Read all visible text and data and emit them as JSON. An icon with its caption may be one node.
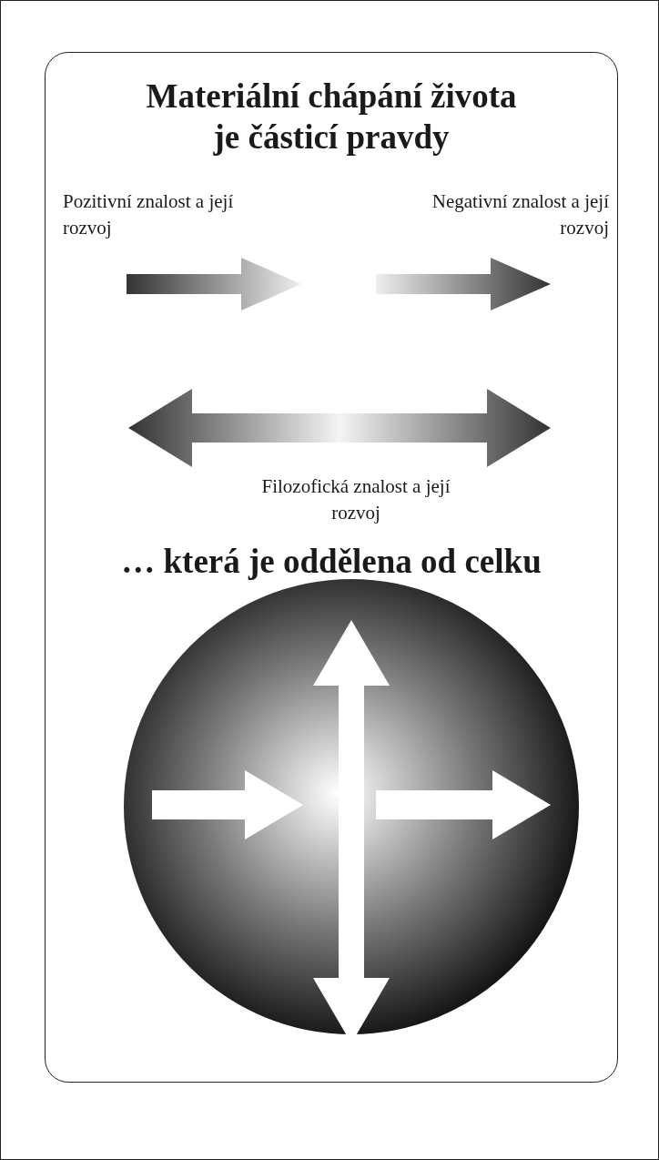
{
  "diagram": {
    "title": "Materiální chápání života je částicí pravdy",
    "labels": [
      "Pozitivní znalost a její rozvoj",
      "Negativní znalost a její rozvoj",
      "Filozofická znalost a její rozvoj",
      "… která je oddělena od celku"
    ]
  }
}
